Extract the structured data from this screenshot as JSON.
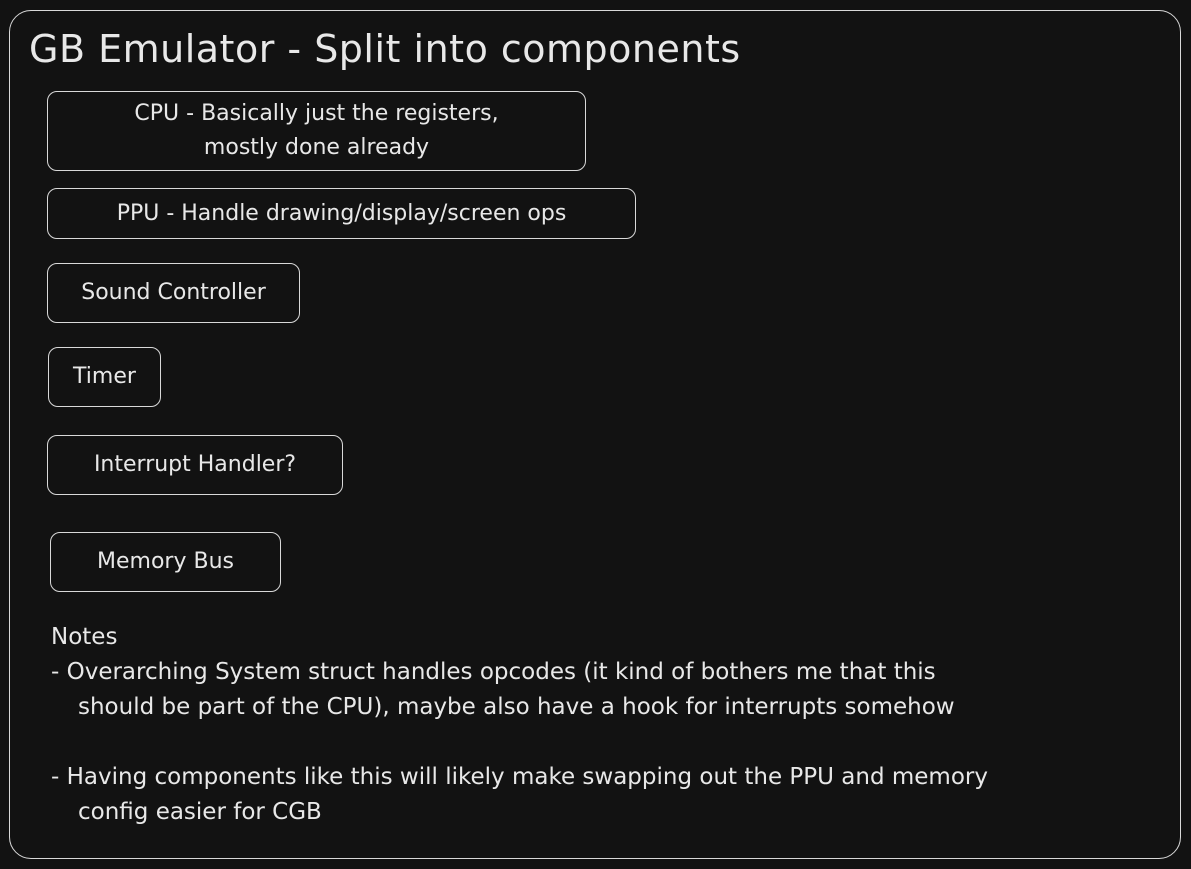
{
  "diagram": {
    "title": "GB Emulator - Split into components",
    "components": [
      {
        "lines": [
          "CPU - Basically just the registers,",
          "mostly done already"
        ]
      },
      {
        "lines": [
          "PPU - Handle drawing/display/screen ops"
        ]
      },
      {
        "lines": [
          "Sound Controller"
        ]
      },
      {
        "lines": [
          "Timer"
        ]
      },
      {
        "lines": [
          "Interrupt Handler?"
        ]
      },
      {
        "lines": [
          "Memory Bus"
        ]
      }
    ],
    "notes": {
      "heading": "Notes",
      "items": [
        {
          "lines": [
            "- Overarching System struct handles opcodes (it kind of bothers me that this",
            "should be part of the CPU), maybe also have a hook for interrupts somehow"
          ]
        },
        {
          "lines": [
            "- Having components like this will likely make swapping out the PPU and memory",
            "config easier for CGB"
          ]
        }
      ]
    }
  }
}
